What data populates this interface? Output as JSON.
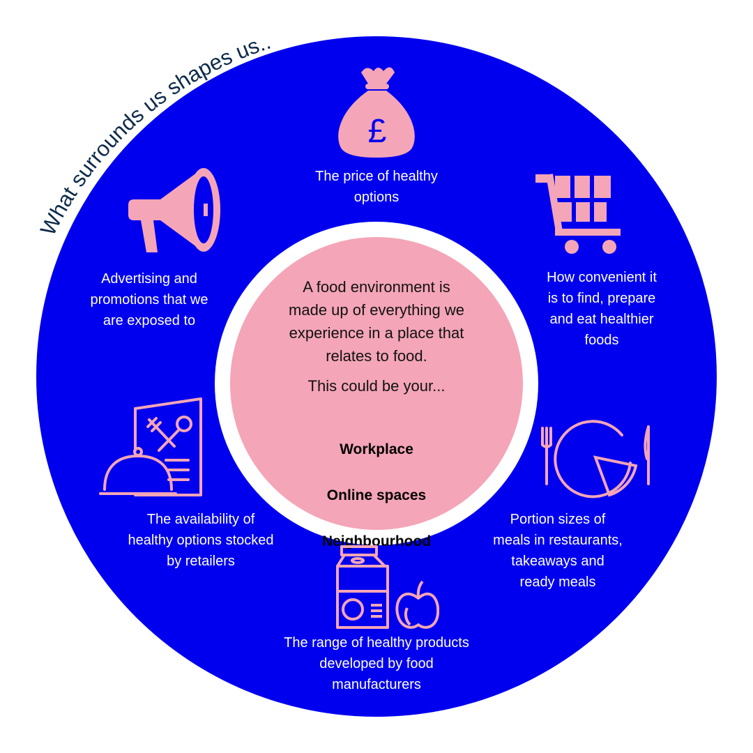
{
  "arc_title": "What surrounds us shapes us...",
  "center": {
    "definition": "A food environment is\nmade up of everything we\nexperience in a place that\nrelates to food.",
    "prompt": "This could be your...",
    "places": [
      "Workplace",
      "Online spaces",
      "Neighbourhood"
    ]
  },
  "factors": [
    {
      "icon": "money-bag-pound-icon",
      "label": "The price of healthy\noptions"
    },
    {
      "icon": "shopping-cart-icon",
      "label": "How convenient it\nis to find, prepare\nand eat healthier\nfoods"
    },
    {
      "icon": "plate-cutlery-icon",
      "label": "Portion sizes of\nmeals in restaurants,\ntakeaways and\nready meals"
    },
    {
      "icon": "milk-carton-apple-icon",
      "label": "The range of healthy products\ndeveloped by food\nmanufacturers"
    },
    {
      "icon": "menu-cloche-icon",
      "label": "The availability of\nhealthy options stocked\nby retailers"
    },
    {
      "icon": "megaphone-icon",
      "label": "Advertising and\npromotions that we\nare exposed to"
    }
  ],
  "colors": {
    "outer_disc": "#0000ee",
    "inner_disc": "#f4a5b7",
    "icon_pink": "#f4a5b7",
    "arc_title": "#0d2a4a",
    "factor_text": "#ffffff",
    "center_text": "#111111"
  }
}
